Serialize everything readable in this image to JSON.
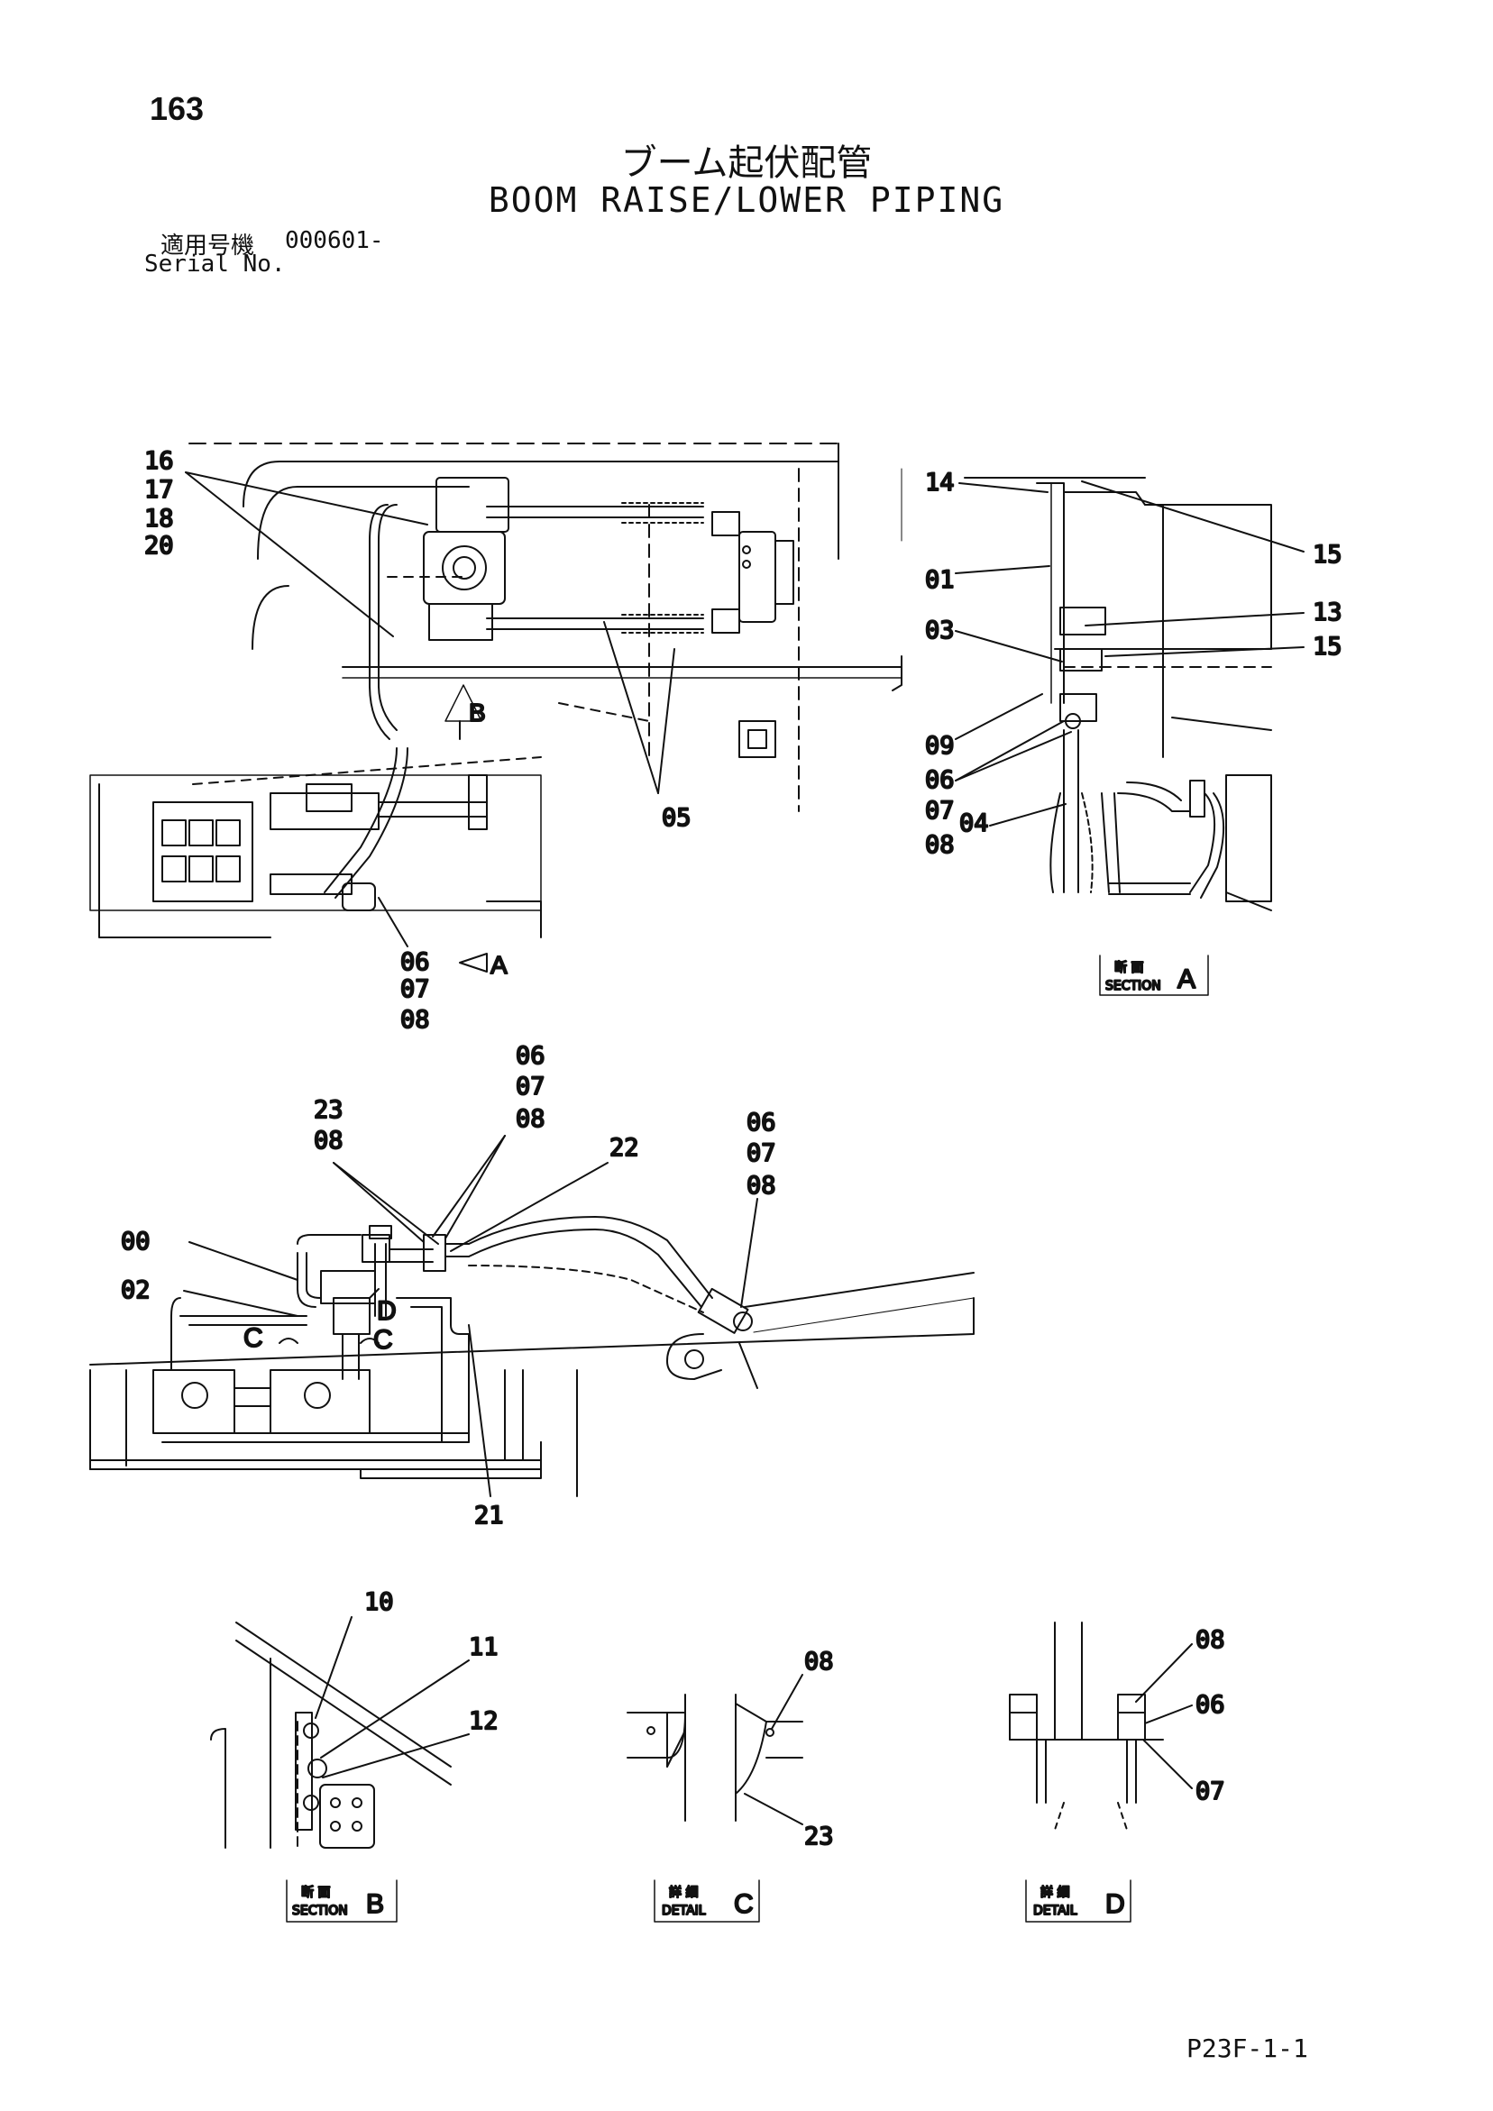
{
  "header": {
    "page_number": "163",
    "title_jp": "ブーム起伏配管",
    "title_en": "BOOM RAISE/LOWER PIPING",
    "serial_label_jp": "適用号機",
    "serial_value": "000601-",
    "serial_label_en": "Serial No."
  },
  "footer": {
    "code": "P23F-1-1"
  },
  "main_view": {
    "callouts": {
      "c16": "16",
      "c17": "17",
      "c18": "18",
      "c20": "20",
      "c05": "05",
      "c06": "06",
      "c07": "07",
      "c08": "08"
    },
    "view_markers": {
      "b": "B",
      "a": "A"
    }
  },
  "section_a": {
    "callouts": {
      "c14": "14",
      "c15a": "15",
      "c01": "01",
      "c13": "13",
      "c03": "03",
      "c15b": "15",
      "c09": "09",
      "c06": "06",
      "c07": "07",
      "c08": "08",
      "c04": "04"
    },
    "label": {
      "jp": "断 面",
      "en": "SECTION",
      "letter": "A"
    }
  },
  "middle_view": {
    "callouts": {
      "c06a": "06",
      "c07a": "07",
      "c08a": "08",
      "c23": "23",
      "c08b": "08",
      "c22": "22",
      "c06b": "06",
      "c07b": "07",
      "c08c": "08",
      "c00": "00",
      "c02": "02",
      "c21": "21"
    },
    "detail_markers": {
      "c_left": "C",
      "c_right": "C",
      "d": "D"
    }
  },
  "section_b": {
    "callouts": {
      "c10": "10",
      "c11": "11",
      "c12": "12"
    },
    "label": {
      "jp": "断 面",
      "en": "SECTION",
      "letter": "B"
    }
  },
  "detail_c": {
    "callouts": {
      "c08": "08",
      "c23": "23"
    },
    "label": {
      "jp": "詳 細",
      "en": "DETAIL",
      "letter": "C"
    }
  },
  "detail_d": {
    "callouts": {
      "c08": "08",
      "c06": "06",
      "c07": "07"
    },
    "label": {
      "jp": "詳 細",
      "en": "DETAIL",
      "letter": "D"
    }
  }
}
